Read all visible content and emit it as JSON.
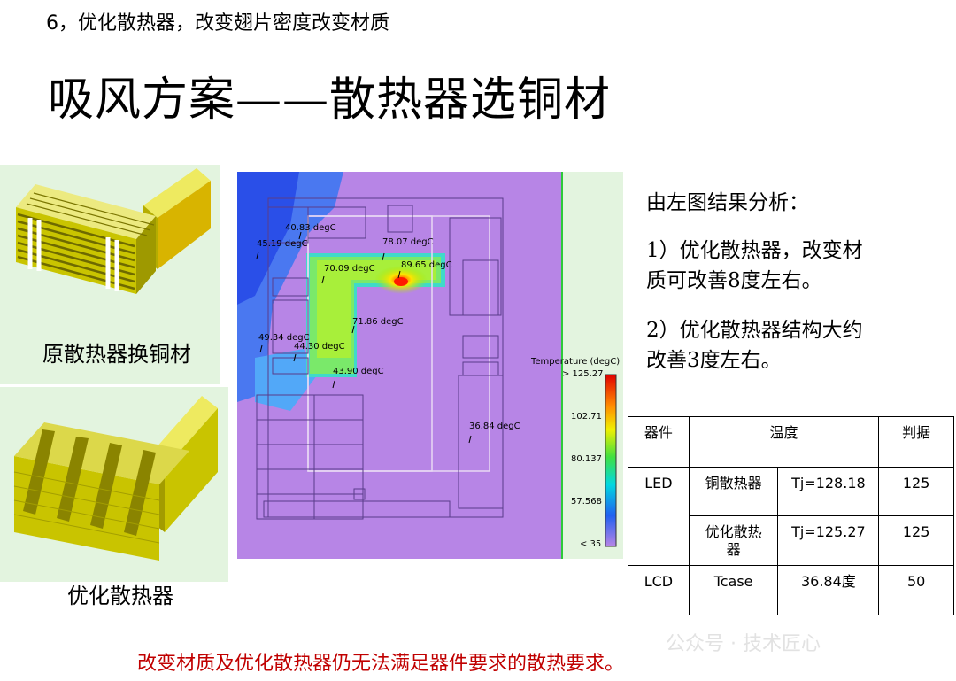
{
  "header": {
    "subtitle": "6，优化散热器，改变翅片密度改变材质",
    "title": "吸风方案——散热器选铜材"
  },
  "images": {
    "copper_label": "原散热器换铜材",
    "optimized_label": "优化散热器"
  },
  "simulation": {
    "temps": [
      "40.83 degC",
      "45.19 degC",
      "78.07 degC",
      "70.09 degC",
      "89.65 degC",
      "71.86 degC",
      "49.34 degC",
      "44.30 degC",
      "43.90 degC",
      "36.84 degC"
    ],
    "legend_title": "Temperature (degC)",
    "legend_values": [
      "> 125.27",
      "102.71",
      "80.137",
      "57.568",
      "< 35"
    ]
  },
  "analysis": {
    "heading": "由左图结果分析：",
    "p1_line1": "1）优化散热器，改变材",
    "p1_line2": "质可改善8度左右。",
    "p2_line1": "2）优化散热器结构大约",
    "p2_line2": "改善3度左右。"
  },
  "table": {
    "headers": {
      "part": "器件",
      "temp": "温度",
      "judge": "判据"
    },
    "rows": {
      "led": "LED",
      "copper": "铜散热器",
      "tj1": "Tj=128.18",
      "judge1": "125",
      "optimized_line1": "优化散热",
      "optimized_line2": "器",
      "tj2": "Tj=125.27",
      "judge2": "125",
      "lcd": "LCD",
      "tcase": "Tcase",
      "tcase_value": "36.84度",
      "judge3": "50"
    }
  },
  "conclusion": "改变材质及优化散热器仍无法满足器件要求的散热要求。",
  "watermark": "公众号 · 技术匠心",
  "colors": {
    "conclusion": "#c00000",
    "panel_bg": "#e3f4df",
    "sim_bg": "#b785e6",
    "heatsink": "#c9c400"
  }
}
